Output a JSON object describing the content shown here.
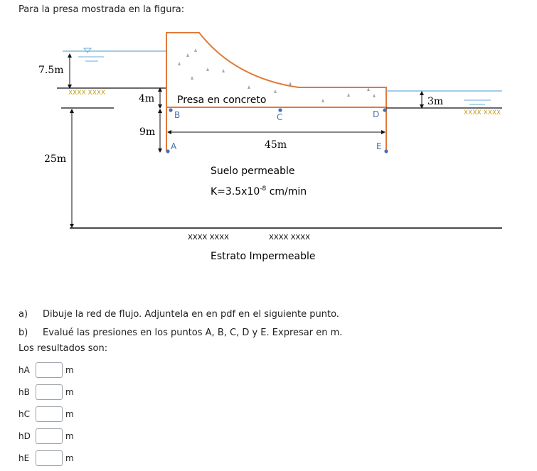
{
  "intro": "Para la presa mostrada en la figura:",
  "figure": {
    "label_7_5m": "7.5m",
    "label_25m": "25m",
    "label_4m": "4m",
    "label_9m": "9m",
    "label_3m": "3m",
    "label_45m": "45m",
    "dam_label": "Presa en concreto",
    "soil_label": "Suelo permeable",
    "k_prefix": "K=3.5x10",
    "k_exp": "-8",
    "k_suffix": " cm/min",
    "stratum_label": "Estrato Impermeable",
    "hatch": "XXXX XXXX",
    "points": {
      "A": "A",
      "B": "B",
      "C": "C",
      "D": "D",
      "E": "E"
    },
    "colors": {
      "dam": "#e07a3a",
      "water": "#6aaed6",
      "point": "#4a6fb0"
    }
  },
  "questions": [
    {
      "letter": "a)",
      "text": "Dibuje la red de flujo. Adjuntela en en pdf en el siguiente punto."
    },
    {
      "letter": "b)",
      "text": "Evalué las presiones en los puntos A, B, C, D y E. Expresar en m."
    }
  ],
  "results_label": "Los resultados son:",
  "answers": [
    {
      "label": "hA",
      "unit": "m",
      "value": ""
    },
    {
      "label": "hB",
      "unit": "m",
      "value": ""
    },
    {
      "label": "hC",
      "unit": "m",
      "value": ""
    },
    {
      "label": "hD",
      "unit": "m",
      "value": ""
    },
    {
      "label": "hE",
      "unit": "m",
      "value": ""
    }
  ]
}
